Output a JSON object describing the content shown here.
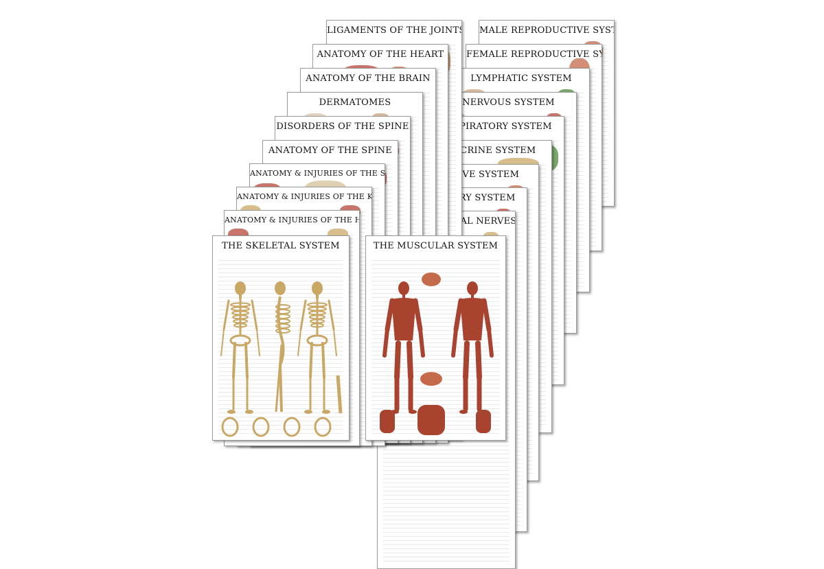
{
  "posters_left": [
    "LIGAMENTS OF THE JOINTS",
    "ANATOMY OF THE HEART",
    "ANATOMY OF THE BRAIN",
    "DERMATOMES",
    "DISORDERS OF THE SPINE",
    "ANATOMY OF THE SPINE",
    "ANATOMY & INJURIES OF THE SHOULDER",
    "ANATOMY & INJURIES OF THE KNEE",
    "ANATOMY & INJURIES OF THE HIP",
    "THE SKELETAL SYSTEM"
  ],
  "posters_right": [
    "MALE REPRODUCTIVE SYSTEM",
    "FEMALE REPRODUCTIVE SYSTEM",
    "LYMPHATIC SYSTEM",
    "NERVOUS SYSTEM",
    "RESPIRATORY SYSTEM",
    "ENDOCRINE SYSTEM",
    "DIGESTIVE SYSTEM",
    "CIRCULATORY SYSTEM",
    "SPINAL & CRANIAL NERVES",
    "THE MUSCULAR SYSTEM"
  ],
  "colors": {
    "bone": "#c9a866",
    "muscle": "#a8432f",
    "organ": "#c46a4a",
    "green": "#4f8a3c"
  }
}
